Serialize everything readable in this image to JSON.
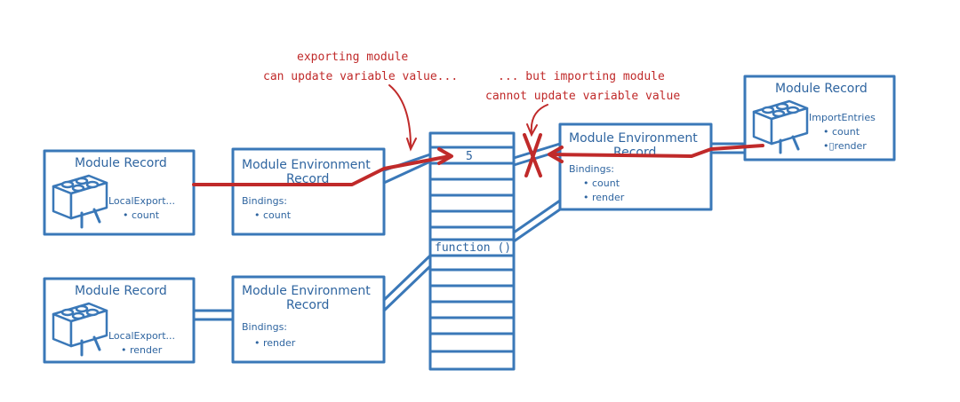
{
  "annotations": {
    "exporting_line1": "exporting module",
    "exporting_line2": "can update variable value...",
    "importing_line1": "... but importing module",
    "importing_line2": "cannot update variable value"
  },
  "module_records": [
    {
      "title": "Module Record",
      "entries_label": "LocalExport...",
      "items": [
        "• count"
      ]
    },
    {
      "title": "Module Record",
      "entries_label": "LocalExport...",
      "items": [
        "• render"
      ]
    },
    {
      "title": "Module Record",
      "entries_label": "ImportEntries",
      "items": [
        "• count",
        "•▯render"
      ]
    }
  ],
  "environment_records": [
    {
      "title1": "Module Environment",
      "title2": "Record",
      "bindings_label": "Bindings:",
      "items": [
        "• count"
      ]
    },
    {
      "title1": "Module Environment",
      "title2": "Record",
      "bindings_label": "Bindings:",
      "items": [
        "• render"
      ]
    },
    {
      "title1": "Module Environment",
      "title2": "Record",
      "bindings_label": "Bindings:",
      "items": [
        "• count",
        "• render"
      ]
    }
  ],
  "memory": {
    "value_cell": "5",
    "function_cell": "function ()"
  },
  "colors": {
    "blue": "#3a78b8",
    "red": "#c02a2a"
  }
}
